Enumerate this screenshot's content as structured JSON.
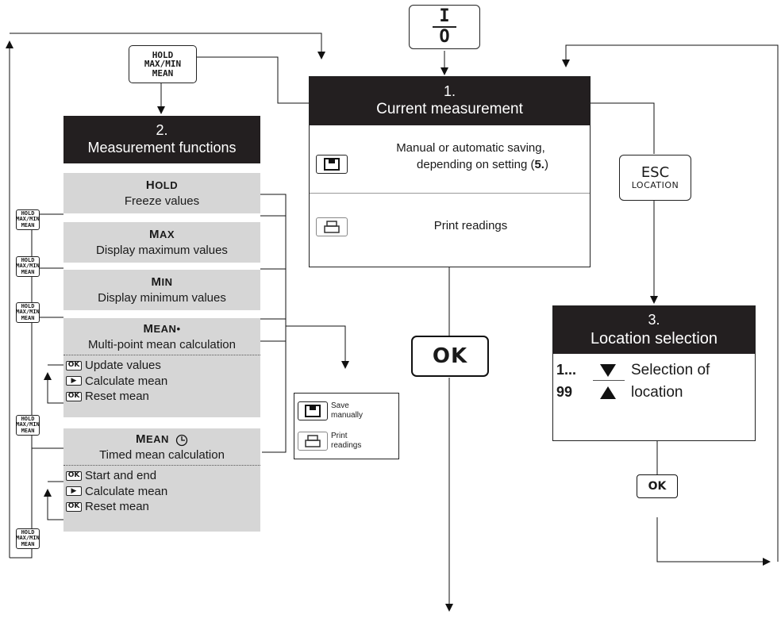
{
  "power_key": {
    "label_top": "I",
    "label_bottom": "O"
  },
  "hold_key": {
    "line1": "HOLD",
    "line2": "MAX/MIN",
    "line3": "MEAN"
  },
  "box1": {
    "number": "1.",
    "title": "Current measurement",
    "save_line1": "Manual or automatic saving,",
    "save_line2_pre": "depending on setting (",
    "save_line2_bold": "5.",
    "save_line2_post": ")",
    "print_text": "Print readings"
  },
  "box2": {
    "number": "2.",
    "title": "Measurement functions",
    "functions": [
      {
        "name_cap": "H",
        "name_rest": "OLD",
        "desc": "Freeze values"
      },
      {
        "name_cap": "M",
        "name_rest": "AX",
        "desc": "Display maximum values"
      },
      {
        "name_cap": "M",
        "name_rest": "IN",
        "desc": "Display minimum values"
      },
      {
        "name_cap": "M",
        "name_rest": "EAN•",
        "desc": "Multi-point mean calculation"
      },
      {
        "name_cap": "M",
        "name_rest": "EAN",
        "desc": "Timed mean calculation"
      }
    ],
    "mean_sub": [
      {
        "key": "OK",
        "text": "Update values"
      },
      {
        "key": "▶",
        "text": "Calculate mean"
      },
      {
        "key": "OK",
        "text": "Reset mean"
      }
    ],
    "timed_sub": [
      {
        "key": "OK",
        "text": "Start and end"
      },
      {
        "key": "▶",
        "text": "Calculate mean"
      },
      {
        "key": "OK",
        "text": "Reset mean"
      }
    ]
  },
  "esc_key": {
    "line1": "ESC",
    "line2": "LOCATION"
  },
  "ok_key": "OK",
  "box3": {
    "number": "3.",
    "title": "Location selection",
    "range_low": "1...",
    "range_high": "99",
    "text_line1": "Selection of",
    "text_line2": "location"
  },
  "mini_box": {
    "save_line1": "Save",
    "save_line2": "manually",
    "print_line1": "Print",
    "print_line2": "readings"
  },
  "ok_small": "OK"
}
